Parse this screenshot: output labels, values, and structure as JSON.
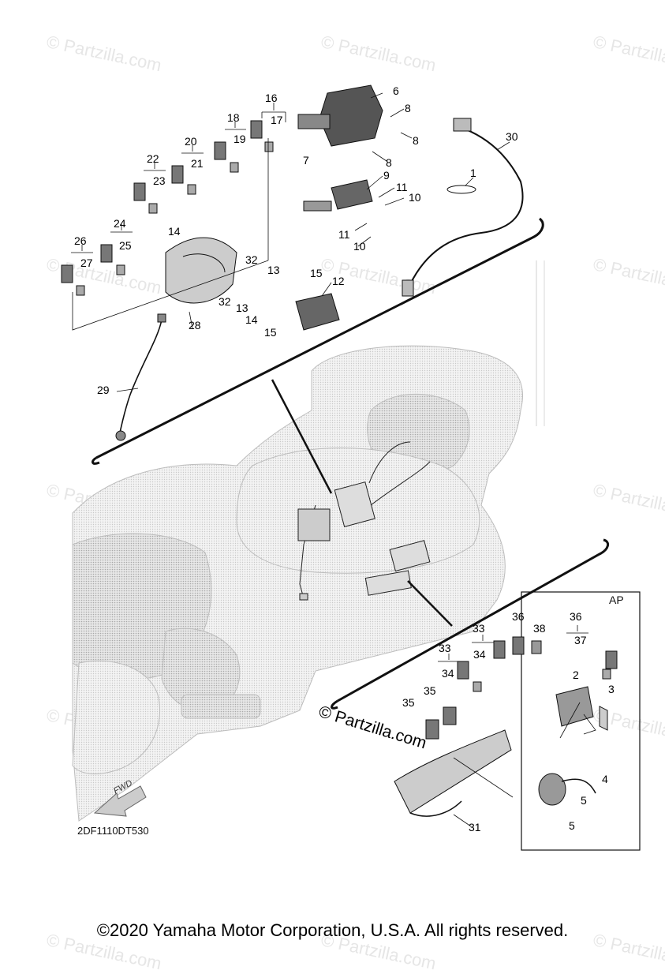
{
  "diagram_code": "2DF1110DT530",
  "copyright": "©2020 Yamaha Motor Corporation, U.S.A. All rights reserved.",
  "watermark": "© Partzilla.com",
  "center_watermark": "© Partzilla.com",
  "inset_label": "AP",
  "fwd_label": "FWD",
  "callouts": [
    "1",
    "2",
    "3",
    "4",
    "5",
    "5",
    "6",
    "7",
    "8",
    "8",
    "8",
    "9",
    "10",
    "10",
    "11",
    "11",
    "12",
    "13",
    "13",
    "14",
    "14",
    "15",
    "15",
    "16",
    "17",
    "18",
    "19",
    "20",
    "21",
    "22",
    "23",
    "24",
    "25",
    "26",
    "27",
    "28",
    "29",
    "30",
    "31",
    "32",
    "32",
    "33",
    "33",
    "34",
    "34",
    "35",
    "35",
    "36",
    "36",
    "37",
    "38"
  ]
}
